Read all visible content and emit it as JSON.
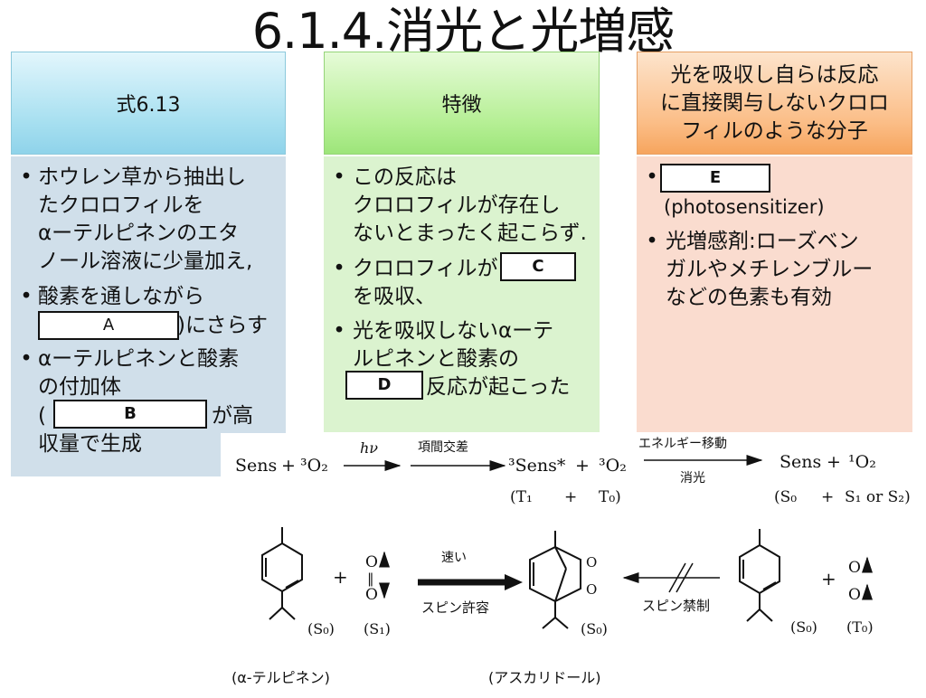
{
  "title": "6.1.4.消光と光増感",
  "col1": {
    "header": "式6.13",
    "lines": [
      "ホウレン草から抽出し",
      "たクロロフィルを",
      "αーテルピネンのエタ",
      "ノール溶液に少量加え,",
      "酸素を通しながら",
      ")にさらす",
      "αーテルピネンと酸素",
      "の付加体",
      "(",
      "が高",
      "収量で生成"
    ],
    "blank_a": "A",
    "blank_b": "B"
  },
  "col2": {
    "header": "特徴",
    "lines": [
      "この反応は",
      "クロロフィルが存在し",
      "ないとまったく起こらず.",
      "クロロフィルが",
      "を吸収、",
      "光を吸収しないαーテ",
      "ルピネンと酸素の",
      "反応が起こった"
    ],
    "blank_c": "C",
    "blank_d": "D"
  },
  "col3": {
    "header_lines": [
      "光を吸収し自らは反応",
      "に直接関与しないクロロ",
      "フィルのような分子"
    ],
    "blank_e": "E",
    "lines": [
      "(photosensitizer)",
      "光増感剤:ローズベン",
      "ガルやメチレンブルー",
      "などの色素も有効"
    ]
  },
  "scheme": {
    "sens": "Sens",
    "plus": "+",
    "o2_triplet": "³O₂",
    "hv": "hν",
    "isc": "項間交差",
    "sens_star": "³Sens*",
    "o2_triplet_2": "³O₂",
    "t1": "(T₁",
    "plus2": "+",
    "t0": "T₀)",
    "energy_transfer": "エネルギー移動",
    "quench": "消光",
    "sens2": "Sens",
    "o2_singlet": "¹O₂",
    "s0": "(S₀",
    "plus3": "+",
    "s1s2": "S₁ or S₂)"
  },
  "reaction": {
    "fast": "速い",
    "allowed": "スピン許容",
    "forbidden": "スピン禁制",
    "s0_a": "(S₀)",
    "s1": "(S₁)",
    "s0_b": "(S₀)",
    "s0_c": "(S₀)",
    "t0": "(T₀)",
    "name_a": "(α-テルピネン)",
    "name_b": "(アスカリドール)",
    "o": "O",
    "o_eq": "‖"
  }
}
